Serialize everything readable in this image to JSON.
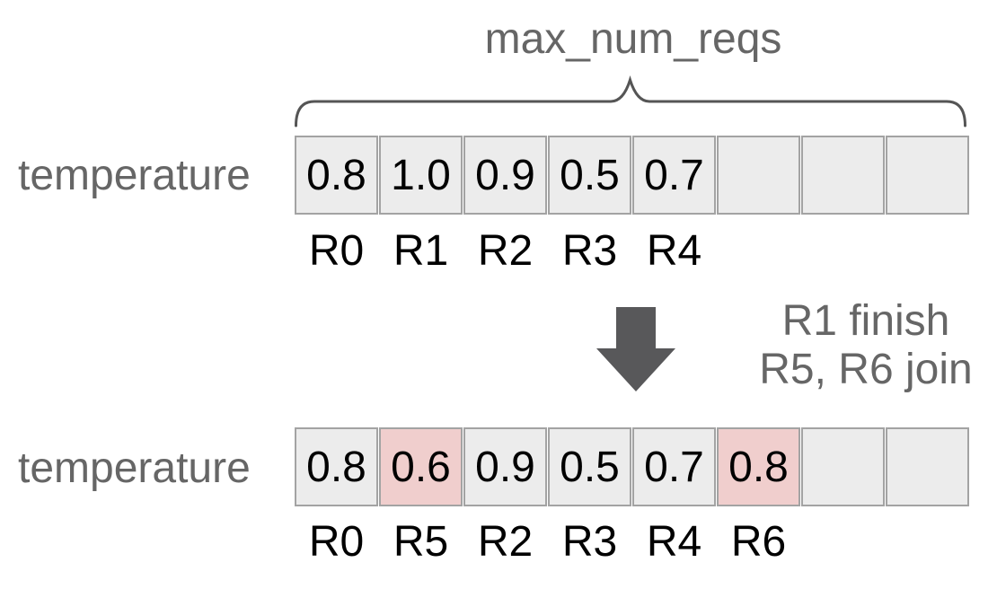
{
  "colors": {
    "canvas-bg": "#ffffff",
    "cell-bg": "#ececec",
    "cell-highlight-bg": "#f0cecd",
    "cell-border": "#a3a3a3",
    "muted-text": "#666666",
    "value-text": "#000000",
    "arrow": "#58585a",
    "brace": "#555555"
  },
  "brace": {
    "label": "max_num_reqs",
    "icon": "curly-brace-icon"
  },
  "before": {
    "row_label": "temperature",
    "cells": [
      {
        "value": "0.8",
        "highlight": false
      },
      {
        "value": "1.0",
        "highlight": false
      },
      {
        "value": "0.9",
        "highlight": false
      },
      {
        "value": "0.5",
        "highlight": false
      },
      {
        "value": "0.7",
        "highlight": false
      },
      {
        "value": "",
        "highlight": false
      },
      {
        "value": "",
        "highlight": false
      },
      {
        "value": "",
        "highlight": false
      }
    ],
    "request_labels": [
      "R0",
      "R1",
      "R2",
      "R3",
      "R4",
      "",
      "",
      ""
    ]
  },
  "transition": {
    "arrow_icon": "down-arrow",
    "line1": "R1 finish",
    "line2": "R5, R6 join"
  },
  "after": {
    "row_label": "temperature",
    "cells": [
      {
        "value": "0.8",
        "highlight": false
      },
      {
        "value": "0.6",
        "highlight": true
      },
      {
        "value": "0.9",
        "highlight": false
      },
      {
        "value": "0.5",
        "highlight": false
      },
      {
        "value": "0.7",
        "highlight": false
      },
      {
        "value": "0.8",
        "highlight": true
      },
      {
        "value": "",
        "highlight": false
      },
      {
        "value": "",
        "highlight": false
      }
    ],
    "request_labels": [
      "R0",
      "R5",
      "R2",
      "R3",
      "R4",
      "R6",
      "",
      ""
    ]
  }
}
